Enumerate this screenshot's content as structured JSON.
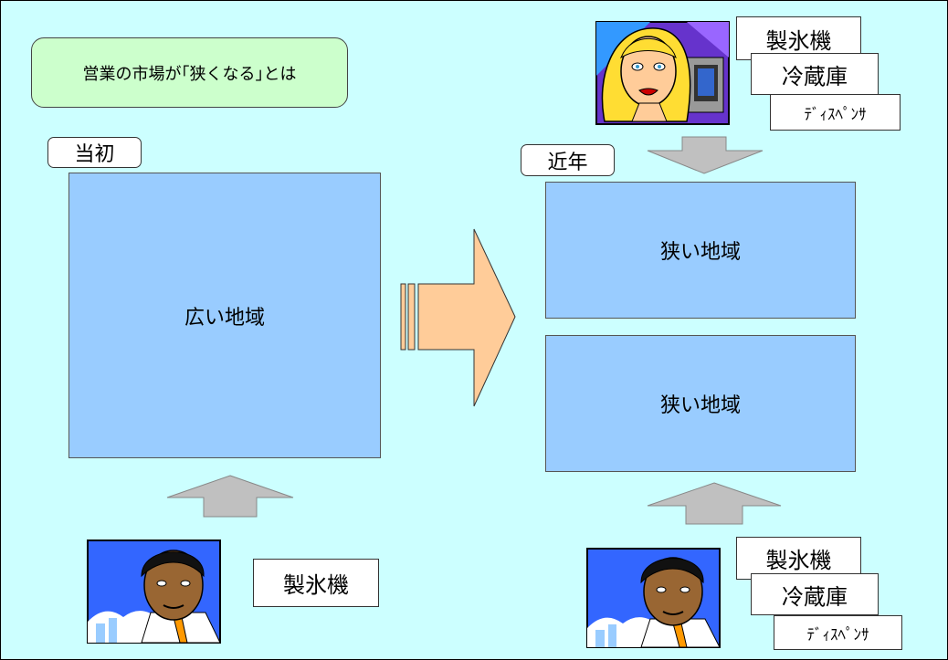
{
  "title": "営業の市場が｢狭くなる｣とは",
  "initial": {
    "tab": "当初",
    "region": "広い地域",
    "product": "製氷機"
  },
  "recent": {
    "tab": "近年",
    "region_top": "狭い地域",
    "region_bottom": "狭い地域",
    "products_top": [
      "製氷機",
      "冷蔵庫",
      "ﾃﾞｨｽﾍﾟﾝｻ"
    ],
    "products_bottom": [
      "製氷機",
      "冷蔵庫",
      "ﾃﾞｨｽﾍﾟﾝｻ"
    ]
  },
  "colors": {
    "background": "#ccffff",
    "title_box": "#ccffcc",
    "region": "#99ccff",
    "big_arrow": "#ffcc99",
    "up_arrow": "#c0c0c0"
  },
  "icons": [
    "businessman-icon",
    "woman-computer-icon"
  ]
}
